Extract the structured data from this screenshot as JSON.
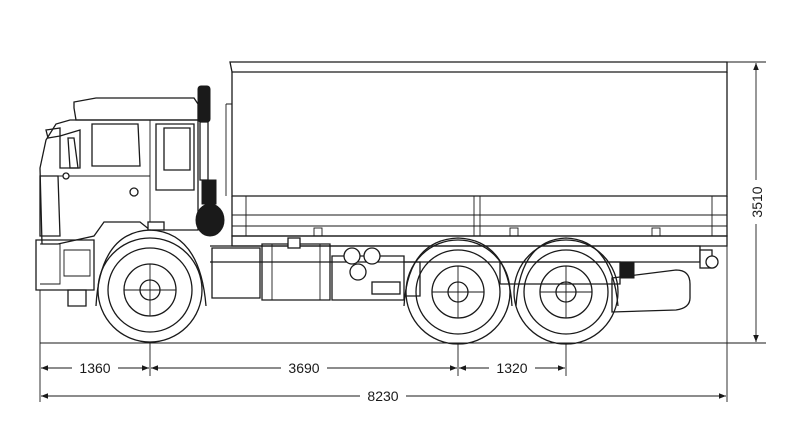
{
  "diagram": {
    "dimensions": {
      "front_overhang": "1360",
      "wheelbase_front_to_mid": "3690",
      "rear_axle_spacing": "1320",
      "overall_length": "8230",
      "overall_height": "3510"
    }
  }
}
